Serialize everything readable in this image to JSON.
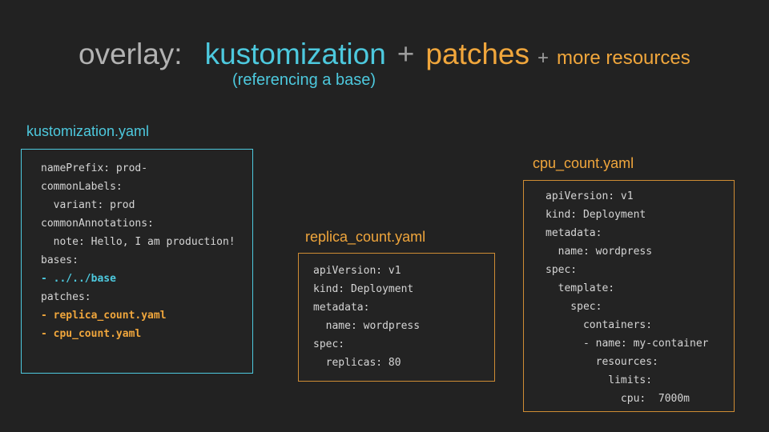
{
  "colors": {
    "background": "#222222",
    "cyan": "#4dc9de",
    "orange": "#f0a63c",
    "orange_border": "#cf8c34",
    "title_gray": "#b2b2b2",
    "plus_gray": "#9c9c9c",
    "code_text": "#d5d5d5"
  },
  "title": {
    "prefix": "overlay:",
    "term_kustomization": "kustomization",
    "plus1": "+",
    "term_patches": "patches",
    "plus2": "+",
    "term_more": "more resources",
    "subtitle": "(referencing a base)"
  },
  "boxes": {
    "kustomization": {
      "filename": "kustomization.yaml",
      "label_color": "#4dc9de",
      "lines": [
        {
          "text": "namePrefix: prod-",
          "color": "#d5d5d5"
        },
        {
          "text": "commonLabels:",
          "color": "#d5d5d5"
        },
        {
          "text": "  variant: prod",
          "color": "#d5d5d5"
        },
        {
          "text": "commonAnnotations:",
          "color": "#d5d5d5"
        },
        {
          "text": "  note: Hello, I am production!",
          "color": "#d5d5d5"
        },
        {
          "text": "bases:",
          "color": "#d5d5d5"
        },
        {
          "text": "- ../../base",
          "color": "#4dc9de"
        },
        {
          "text": "patches:",
          "color": "#d5d5d5"
        },
        {
          "text": "- replica_count.yaml",
          "color": "#f0a63c"
        },
        {
          "text": "- cpu_count.yaml",
          "color": "#f0a63c"
        }
      ]
    },
    "replica": {
      "filename": "replica_count.yaml",
      "label_color": "#f0a63c",
      "lines": [
        {
          "text": "apiVersion: v1",
          "color": "#d5d5d5"
        },
        {
          "text": "kind: Deployment",
          "color": "#d5d5d5"
        },
        {
          "text": "metadata:",
          "color": "#d5d5d5"
        },
        {
          "text": "  name: wordpress",
          "color": "#d5d5d5"
        },
        {
          "text": "spec:",
          "color": "#d5d5d5"
        },
        {
          "text": "  replicas: 80",
          "color": "#d5d5d5"
        }
      ]
    },
    "cpu": {
      "filename": "cpu_count.yaml",
      "label_color": "#f0a63c",
      "lines": [
        {
          "text": "apiVersion: v1",
          "color": "#d5d5d5"
        },
        {
          "text": "kind: Deployment",
          "color": "#d5d5d5"
        },
        {
          "text": "metadata:",
          "color": "#d5d5d5"
        },
        {
          "text": "  name: wordpress",
          "color": "#d5d5d5"
        },
        {
          "text": "spec:",
          "color": "#d5d5d5"
        },
        {
          "text": "  template:",
          "color": "#d5d5d5"
        },
        {
          "text": "    spec:",
          "color": "#d5d5d5"
        },
        {
          "text": "      containers:",
          "color": "#d5d5d5"
        },
        {
          "text": "      - name: my-container",
          "color": "#d5d5d5"
        },
        {
          "text": "        resources:",
          "color": "#d5d5d5"
        },
        {
          "text": "          limits:",
          "color": "#d5d5d5"
        },
        {
          "text": "            cpu:  7000m",
          "color": "#d5d5d5"
        }
      ]
    }
  }
}
